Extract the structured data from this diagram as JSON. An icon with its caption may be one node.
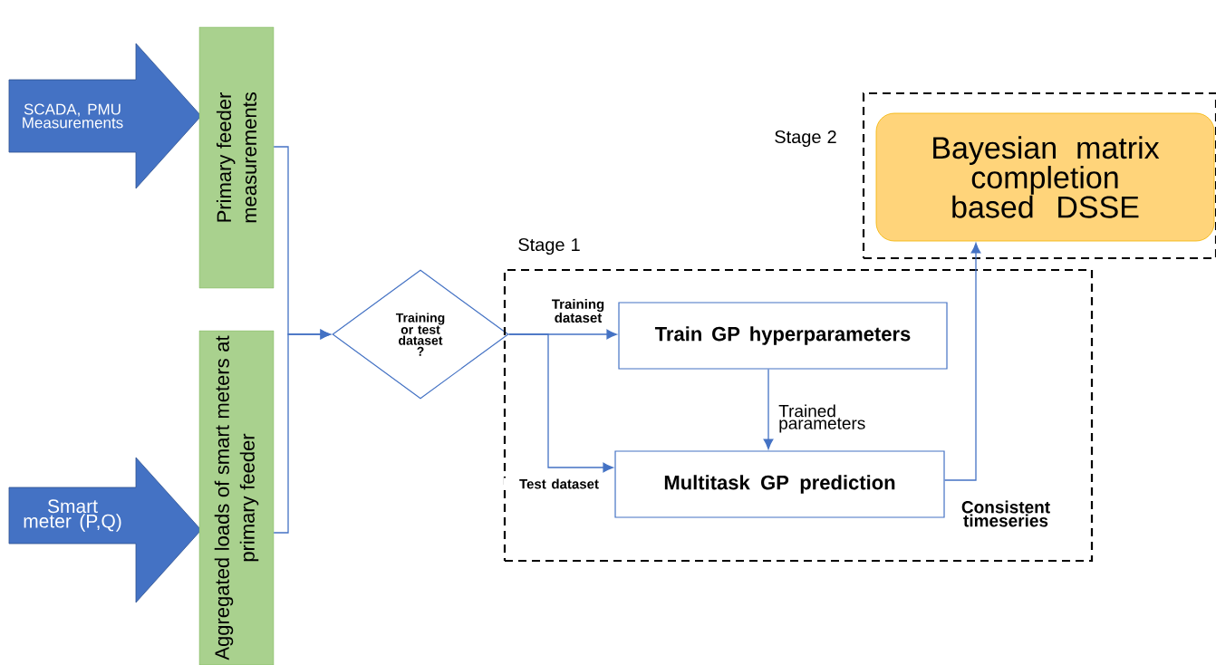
{
  "diagram": {
    "nodes": [
      {
        "text": [
          "SCADA, PMU Measurements"
        ]
      },
      {
        "text": [
          "Primary feeder measurements"
        ]
      },
      {
        "text": [
          "Smart meter (P,Q)"
        ]
      },
      {
        "text": [
          "Aggregated loads of smart meters at primary feeder"
        ]
      },
      {
        "text": [
          "Training or test dataset ?"
        ]
      },
      {
        "text": [
          "Stage 1"
        ]
      },
      {
        "text": [
          "Train GP hyperparameters"
        ],
        "in": 5
      },
      {
        "text": [
          "Multitask GP prediction"
        ],
        "in": 5
      },
      {
        "text": [
          "Stage 2"
        ]
      },
      {
        "text": [
          "Bayesian matrix completion based DSSE"
        ],
        "in": 8
      }
    ],
    "edges": [
      {
        "from": 1,
        "to": 4,
        "arrow": "to"
      },
      {
        "from": 3,
        "to": 4,
        "arrow": "to"
      },
      {
        "from": 4,
        "to": 6,
        "arrow": "to",
        "label": "Training dataset"
      },
      {
        "from": 4,
        "to": 7,
        "arrow": "to",
        "label": "Test dataset"
      },
      {
        "from": 6,
        "to": 7,
        "arrow": "to",
        "label": "Trained parameters"
      },
      {
        "from": 7,
        "to": 9,
        "arrow": "to",
        "label": "Consistent timeseries"
      }
    ]
  }
}
